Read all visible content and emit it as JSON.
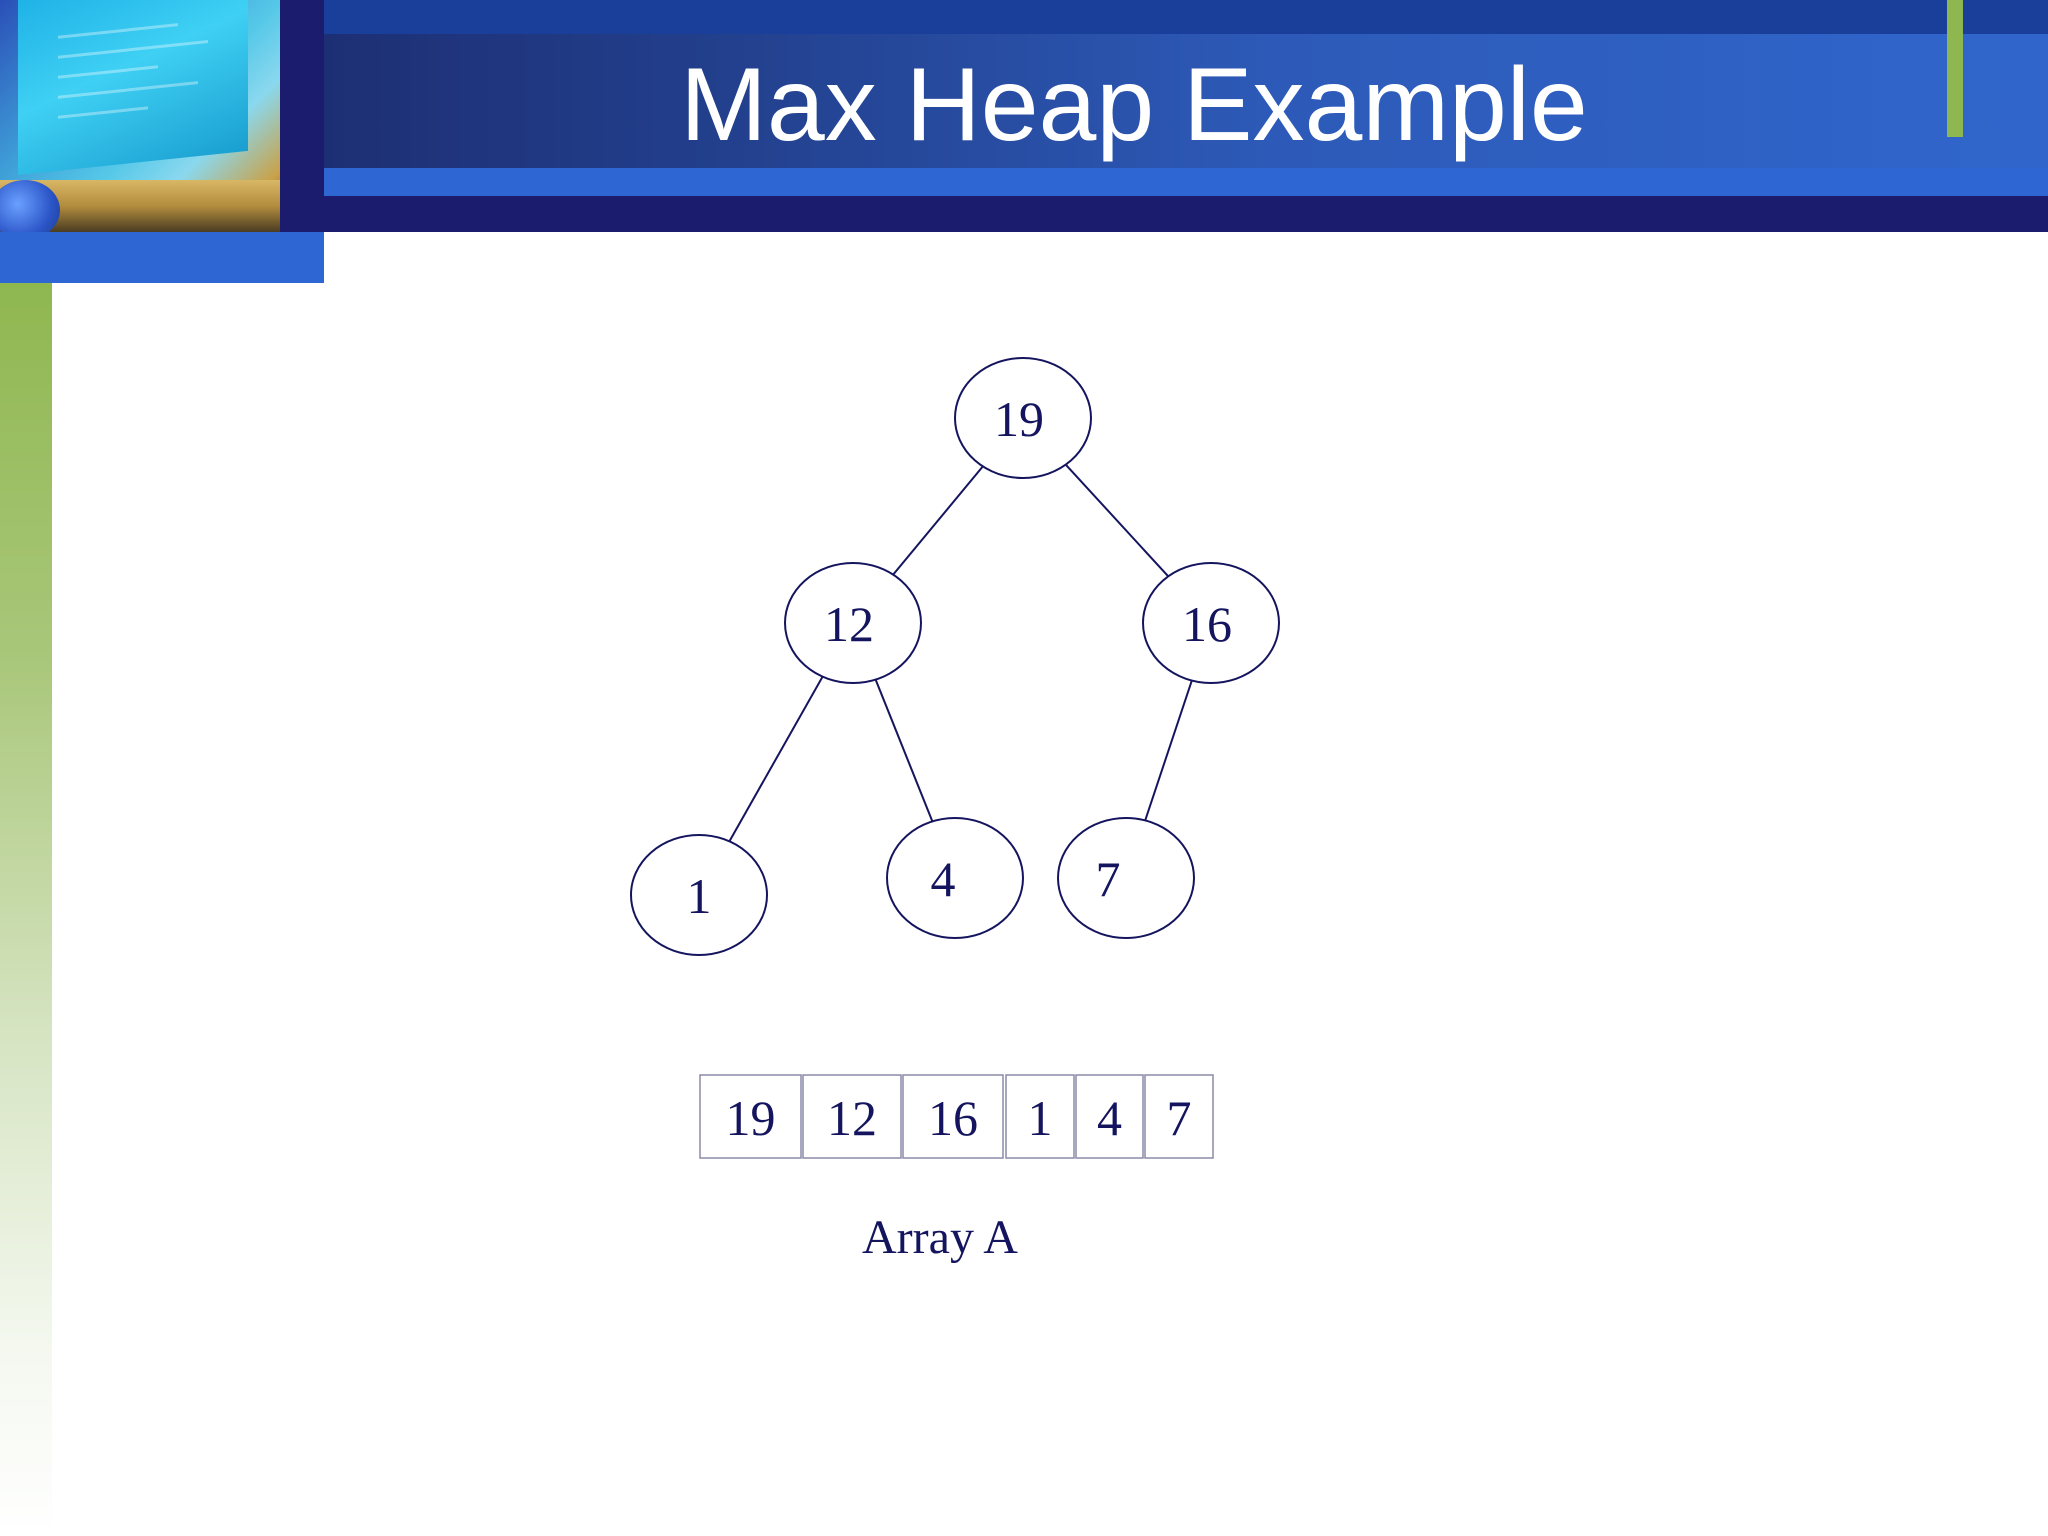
{
  "slide": {
    "title": "Max Heap Example"
  },
  "colors": {
    "ink": "#15155f",
    "header_navy": "#1c1c6e",
    "header_blue": "#2e66d4",
    "accent_green": "#8fb750"
  },
  "tree": {
    "nodes": [
      {
        "id": "n19",
        "label": "19"
      },
      {
        "id": "n12",
        "label": "12"
      },
      {
        "id": "n16",
        "label": "16"
      },
      {
        "id": "n1",
        "label": "1"
      },
      {
        "id": "n4",
        "label": "4"
      },
      {
        "id": "n7",
        "label": "7"
      }
    ],
    "edges": [
      {
        "from": "n19",
        "to": "n12"
      },
      {
        "from": "n19",
        "to": "n16"
      },
      {
        "from": "n12",
        "to": "n1"
      },
      {
        "from": "n12",
        "to": "n4"
      },
      {
        "from": "n16",
        "to": "n7"
      }
    ]
  },
  "array": {
    "cells": [
      "19",
      "12",
      "16",
      "1",
      "4",
      "7"
    ],
    "caption": "Array A"
  }
}
